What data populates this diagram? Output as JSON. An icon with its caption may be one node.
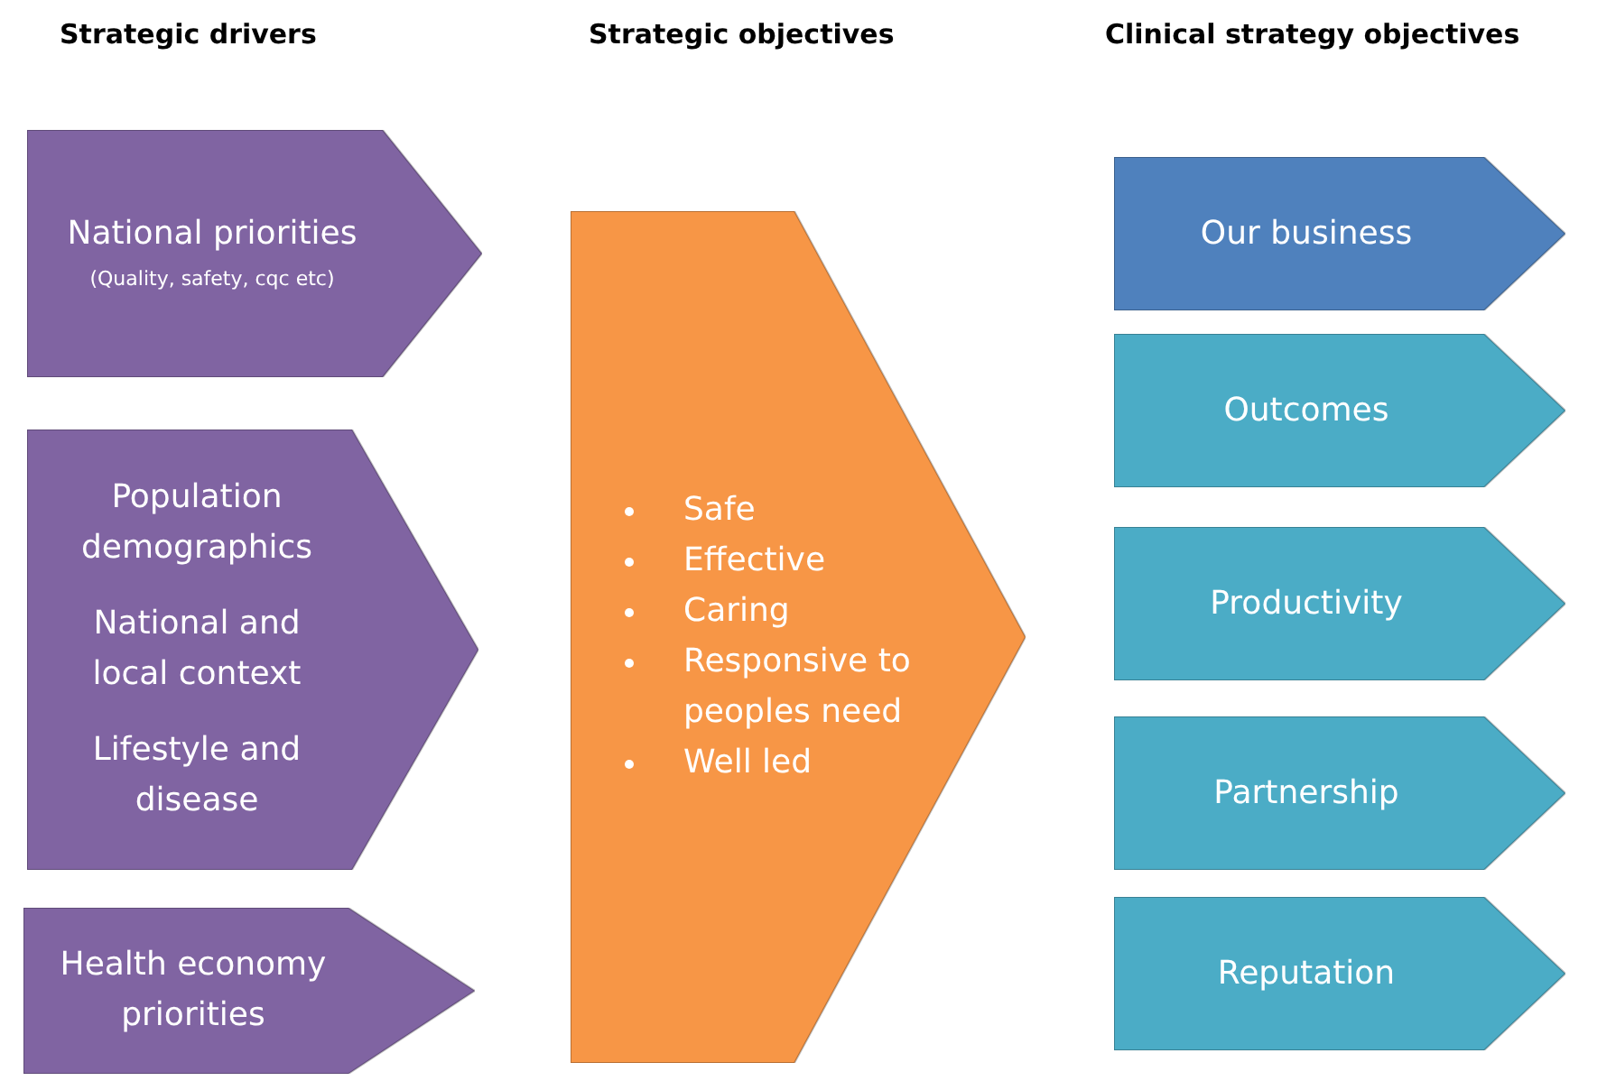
{
  "diagram": {
    "nodes": [
      {
        "text": [
          "National priorities",
          "(Quality, safety, cqc etc)"
        ]
      },
      {
        "text": [
          "Population demographics",
          "National and local context",
          "Lifestyle and disease"
        ]
      },
      {
        "text": [
          "Health economy priorities"
        ]
      },
      {
        "text": [
          "Safe",
          "Effective",
          "Caring",
          "Responsive to peoples need",
          "Well led"
        ]
      },
      {
        "text": [
          "Our business"
        ]
      },
      {
        "text": [
          "Outcomes"
        ]
      },
      {
        "text": [
          "Productivity"
        ]
      },
      {
        "text": [
          "Partnership"
        ]
      },
      {
        "text": [
          "Reputation"
        ]
      }
    ],
    "labels": [
      "Strategic drivers",
      "Strategic objectives",
      "Clinical strategy objectives"
    ]
  }
}
